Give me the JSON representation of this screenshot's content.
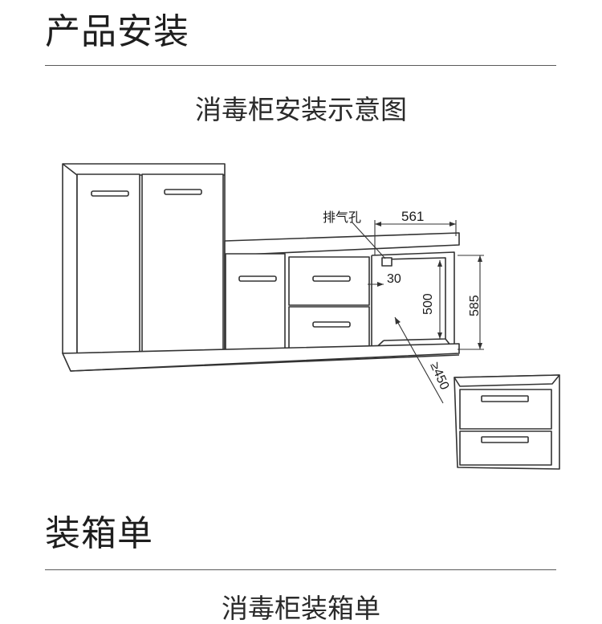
{
  "sections": {
    "install_title": "产品安装",
    "install_subtitle": "消毒柜安装示意图",
    "packing_title": "装箱单",
    "packing_subtitle": "消毒柜装箱单"
  },
  "diagram": {
    "vent_label": "排气孔",
    "dims": {
      "width_561": "561",
      "height_585": "585",
      "inner_500": "500",
      "vent_30": "30",
      "depth_450": "≥450"
    }
  }
}
